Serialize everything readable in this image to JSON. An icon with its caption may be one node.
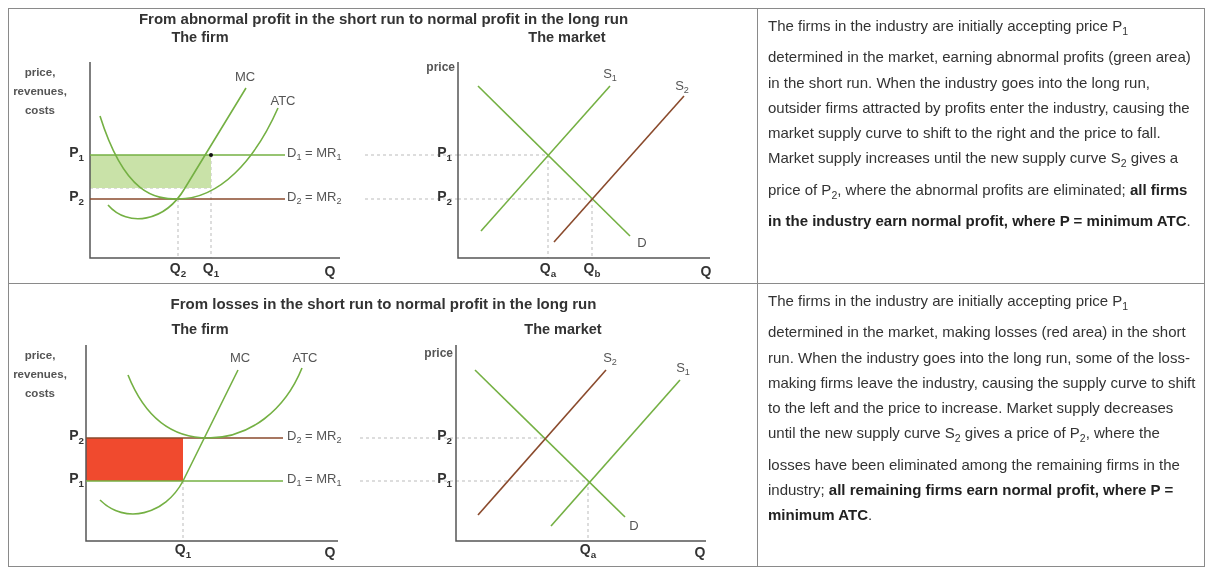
{
  "diagram": {
    "nodes": [
      {
        "text": [
          "From abnormal profit in the short run to normal profit in the long run"
        ]
      },
      {
        "text": [
          "The firms in the industry are initially accepting price P$_{1}$ determined in the market, earning abnormal profits (green area) in the short run. When the industry goes into the long run, outsider firms attracted by profits enter the industry, causing the market supply curve to shift to the right and the price to fall. Market supply increases until the new supply curve S$_{2}$ gives a price of P$_{2}$, where the abnormal profits are eliminated; **all firms in the industry earn normal profit, where P = minimum ATC**."
        ]
      },
      {
        "text": [
          "From losses in the short run to normal profit in the long run"
        ]
      },
      {
        "text": [
          "The firms in the industry are initially accepting price P$_{1}$ determined in the market, making losses (red area) in the short run. When the industry goes into the long run, some of the loss-making firms leave the industry, causing the supply curve to shift to the left and the price to increase. Market supply decreases until the new supply curve S$_{2}$ gives a price of P$_{2}$, where the losses have been eliminated among the remaining firms in the industry; **all remaining firms earn normal profit, where P = minimum ATC**."
        ]
      }
    ],
    "labels": [
      "The firm",
      "The market",
      "price, revenues, costs",
      "MC",
      "ATC",
      "P$_{1}$",
      "D$_{1}$ = MR$_{1}$",
      "P$_{2}$",
      "D$_{2}$ = MR$_{2}$",
      "Q$_{2}$",
      "Q$_{1}$",
      "Q",
      "price",
      "S$_{1}$",
      "S$_{2}$",
      "P$_{1}$",
      "P$_{2}$",
      "D",
      "Q$_{a}$",
      "Q$_{b}$",
      "Q",
      "The firm",
      "The market",
      "price, revenues, costs",
      "MC",
      "ATC",
      "P$_{2}$",
      "D$_{2}$ = MR$_{2}$",
      "P$_{1}$",
      "D$_{1}$ = MR$_{1}$",
      "Q$_{1}$",
      "Q",
      "price",
      "S$_{2}$",
      "S$_{1}$",
      "P$_{2}$",
      "P$_{1}$",
      "D",
      "Q$_{a}$",
      "Q"
    ]
  }
}
